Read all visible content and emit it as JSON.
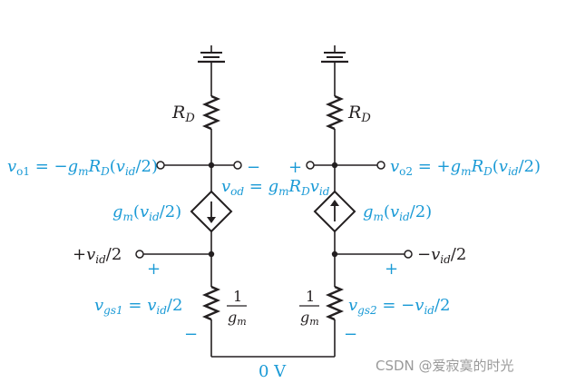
{
  "labels": {
    "rd_left": "R_D",
    "rd_right": "R_D",
    "vo1": "v_o1 = −g_m R_D (v_id / 2)",
    "vo2": "v_o2 = +g_m R_D (v_id / 2)",
    "vod": "v_od = g_m R_D v_id",
    "gm_left": "g_m(v_id/2)",
    "gm_right": "g_m(v_id/2)",
    "vin_pos": "+v_id/2",
    "vin_neg": "−v_id/2",
    "vgs1": "v_gs1 = v_id/2",
    "vgs2": "v_gs2 = −v_id/2",
    "inv_gm_num": "1",
    "inv_gm_den": "g_m",
    "ground_node": "0 V",
    "plus": "+",
    "minus": "−"
  },
  "watermark": "CSDN @爱寂寞的时光",
  "colors": {
    "annotation": "#1a9ad6",
    "wire": "#231f20",
    "watermark": "#9a9a9a"
  }
}
